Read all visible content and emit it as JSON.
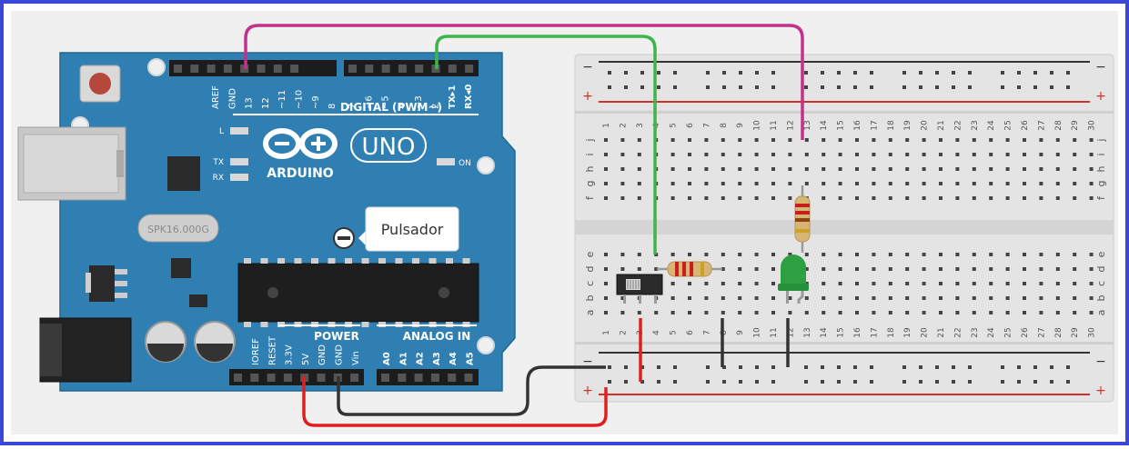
{
  "arduino": {
    "pin_labels_top_left": [
      "AREF",
      "GND",
      "13",
      "12",
      "~11",
      "~10",
      "~9",
      "8"
    ],
    "pin_labels_top_right": [
      "7",
      "~6",
      "~5",
      "4",
      "~3",
      "2",
      "TX▸1",
      "RX◂0"
    ],
    "digital_label": "DIGITAL (PWM~)",
    "led_l": "L",
    "led_tx": "TX",
    "led_rx": "RX",
    "on_label": "ON",
    "brand": "ARDUINO",
    "model": "UNO",
    "crystal": "SPK16.000G",
    "power_label": "POWER",
    "analog_label": "ANALOG IN",
    "power_pins": [
      "IOREF",
      "RESET",
      "3.3V",
      "5V",
      "GND",
      "GND",
      "Vin"
    ],
    "analog_pins": [
      "A0",
      "A1",
      "A2",
      "A3",
      "A4",
      "A5"
    ]
  },
  "tooltip": {
    "text": "Pulsador"
  },
  "breadboard": {
    "minus": "−",
    "plus": "+",
    "columns": 30,
    "row_letters_top": [
      "j",
      "i",
      "h",
      "g",
      "f"
    ],
    "row_letters_bottom": [
      "e",
      "d",
      "c",
      "b",
      "a"
    ]
  },
  "wires": {
    "pin13_color": "#c2318a",
    "pin2_color": "#3db54a",
    "vcc_color": "#e02020",
    "gnd_color": "#333333"
  },
  "colors": {
    "frame": "#3b47d6",
    "board": "#2f7fb3",
    "breadboard": "#e4e4e4",
    "led": "#2ea043"
  }
}
